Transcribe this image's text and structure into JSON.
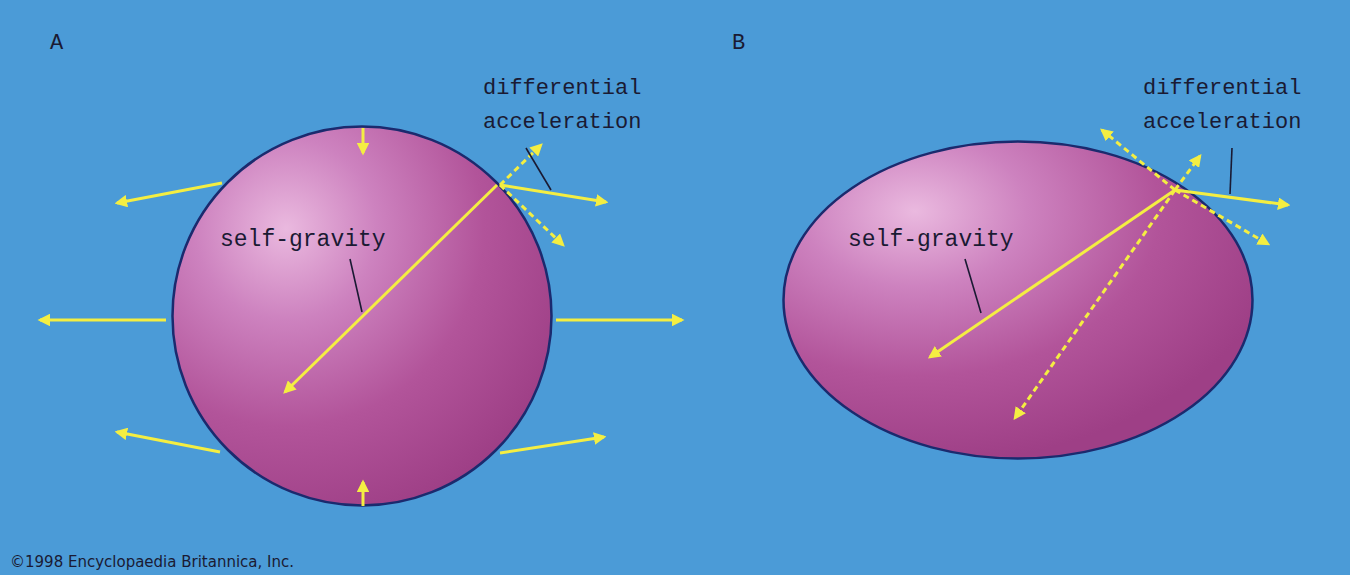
{
  "diagram": {
    "nodes": [
      {
        "text": [
          "self-gravity"
        ]
      },
      {
        "text": [
          "self-gravity"
        ]
      }
    ],
    "labels": [
      "A",
      "differential acceleration",
      "B",
      "differential acceleration",
      "©1998 Encyclopaedia Britannica, Inc."
    ]
  }
}
